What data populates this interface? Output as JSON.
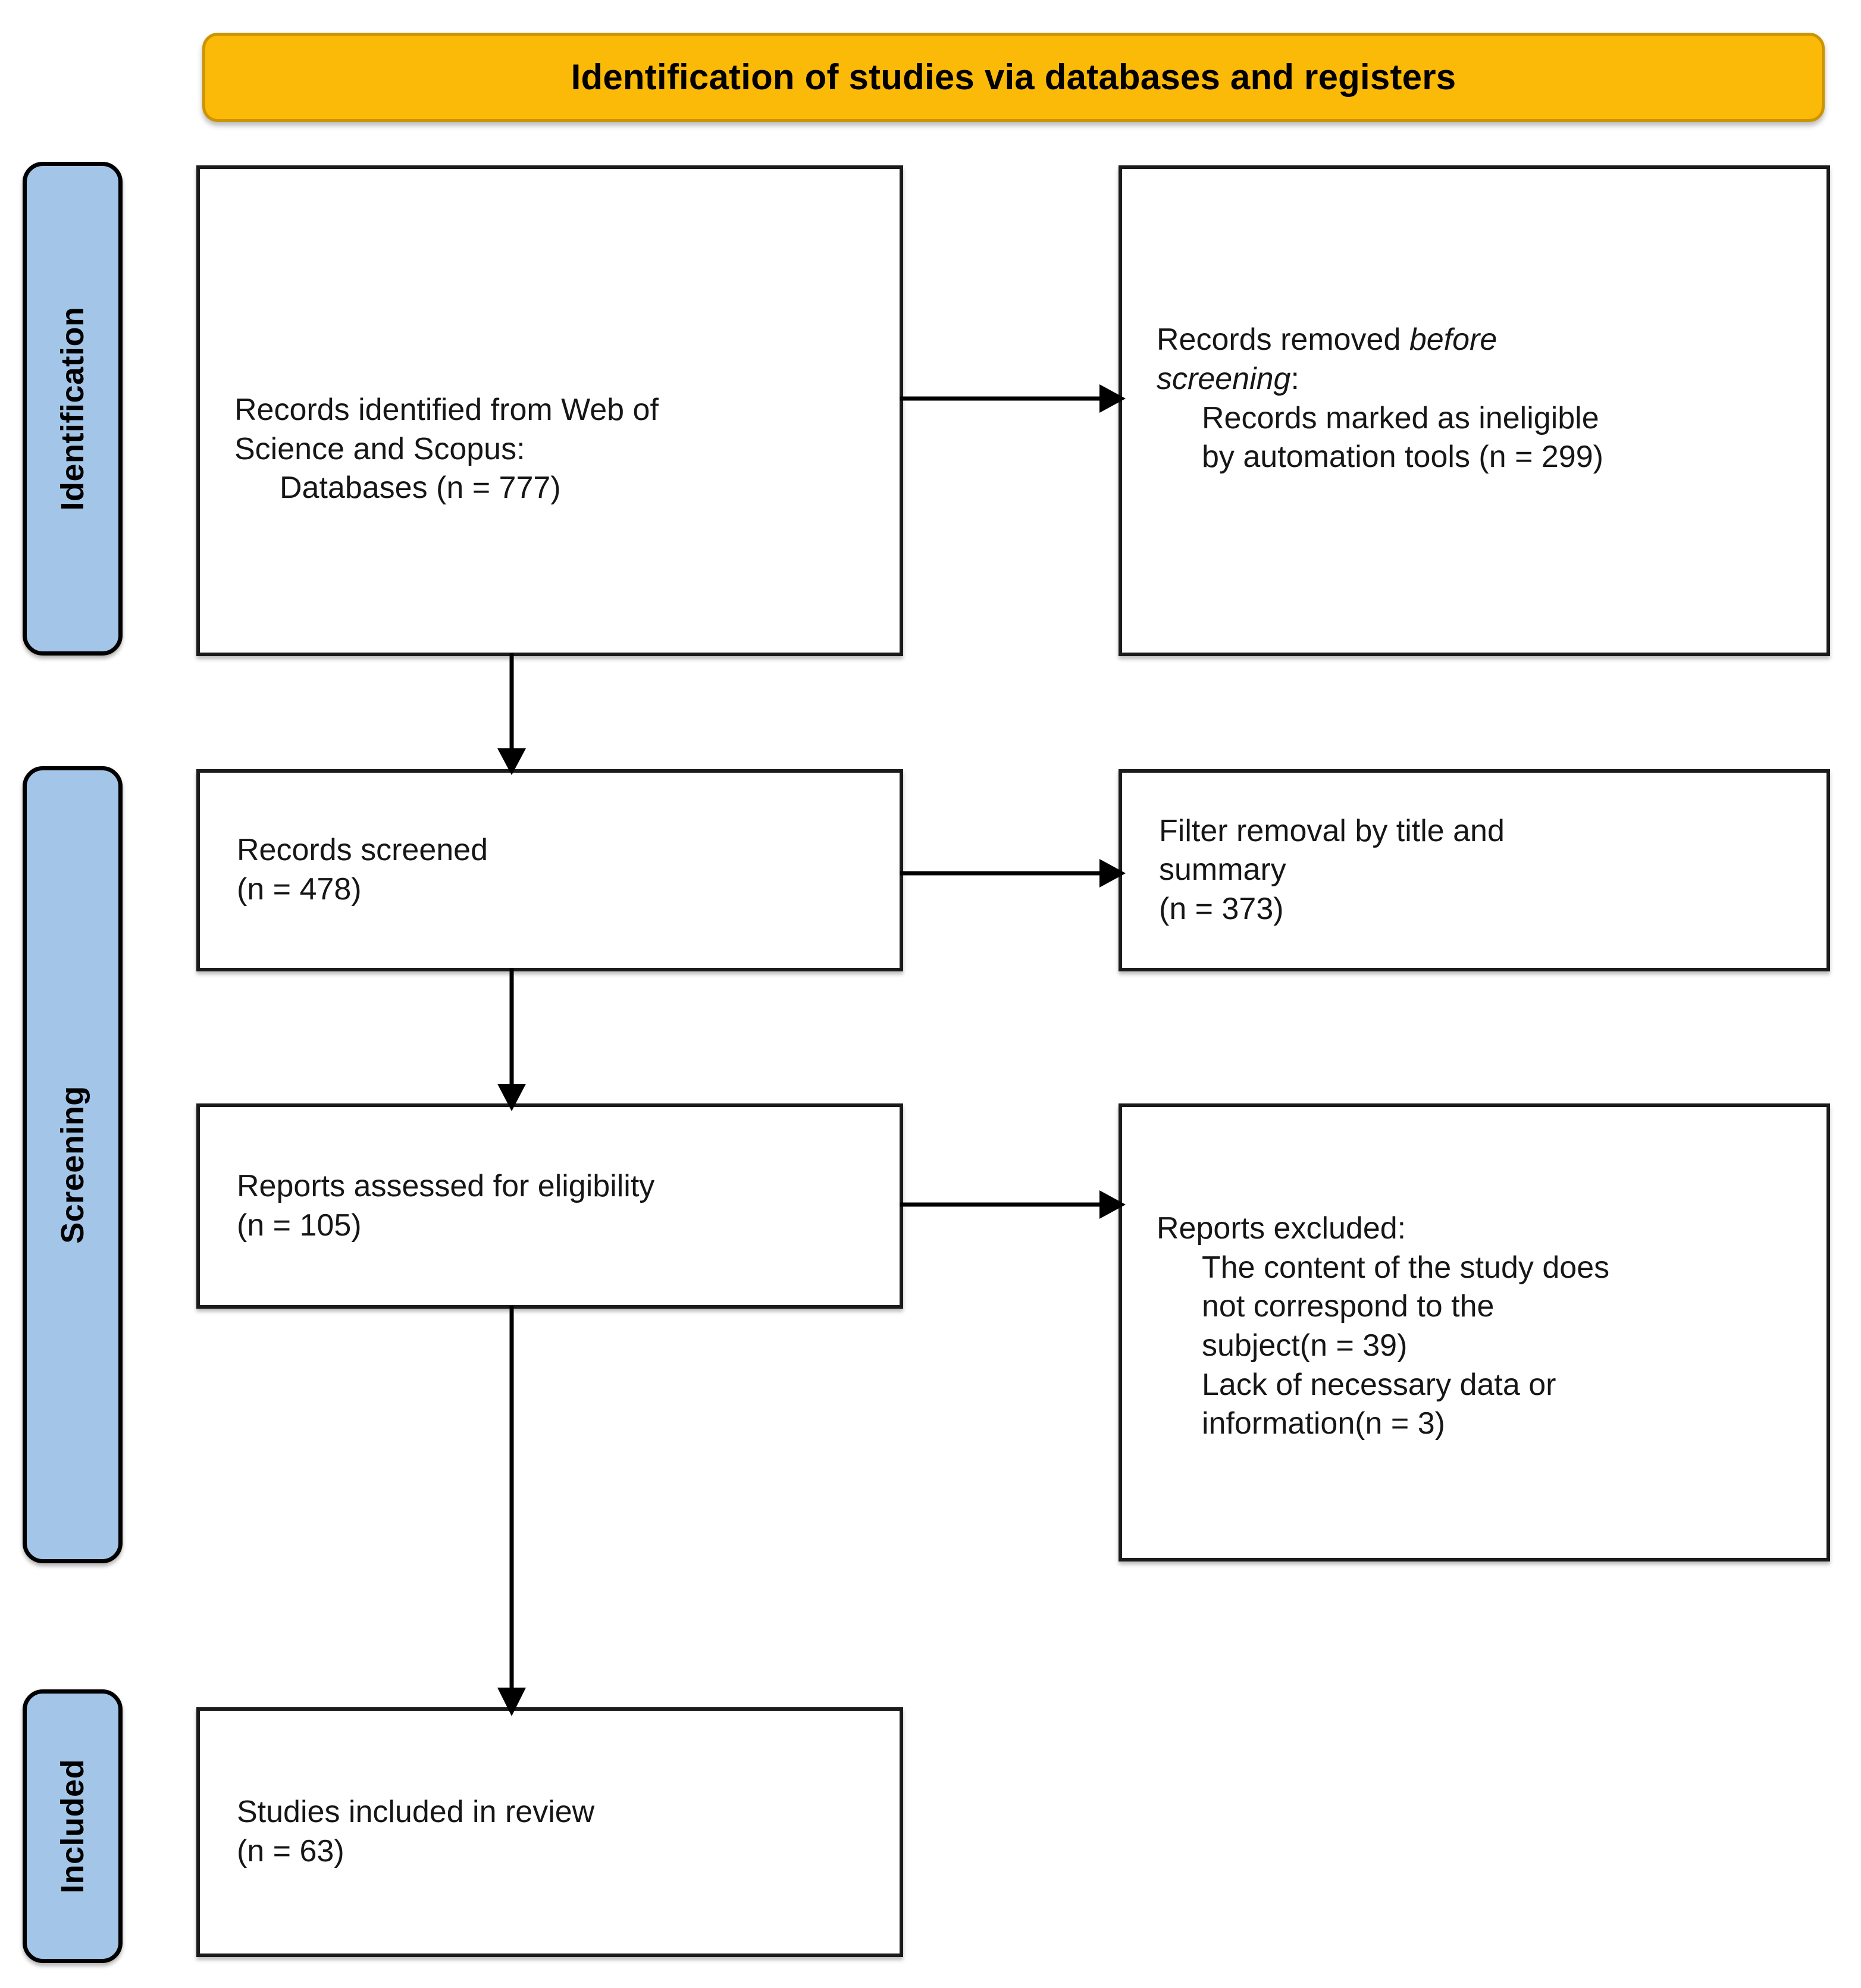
{
  "diagram": {
    "type": "prisma-flow-diagram",
    "header": {
      "title": "Identification of studies via databases and registers",
      "fill_color": "#FCBA08",
      "border_color": "#CC9400"
    },
    "stage_band_color": "#A3C6E8",
    "stages": [
      {
        "id": "identification",
        "label": "Identification"
      },
      {
        "id": "screening",
        "label": "Screening"
      },
      {
        "id": "included",
        "label": "Included"
      }
    ],
    "boxes": {
      "identified": {
        "lines": [
          {
            "text": "Records identified from Web of",
            "indent": false,
            "italic": false
          },
          {
            "text": "Science and Scopus:",
            "indent": false,
            "italic": false
          },
          {
            "text": "Databases (n = 777)",
            "indent": true,
            "italic": false
          }
        ],
        "count": 777,
        "count_label": "Databases (n = 777)"
      },
      "removed_before_screening": {
        "lines": [
          {
            "text": "Records removed ",
            "indent": false,
            "italic": false
          },
          {
            "text": "before",
            "indent": false,
            "italic": true
          },
          {
            "text": "screening",
            "indent": false,
            "italic": true
          },
          {
            "text": ":",
            "indent": false,
            "italic": false
          },
          {
            "text": "Records marked as ineligible",
            "indent": true,
            "italic": false
          },
          {
            "text": "by automation tools (n = 299)",
            "indent": true,
            "italic": false
          }
        ],
        "count": 299
      },
      "screened": {
        "lines": [
          {
            "text": "Records screened",
            "indent": false,
            "italic": false
          },
          {
            "text": "(n = 478)",
            "indent": false,
            "italic": false
          }
        ],
        "count": 478
      },
      "filter_removed": {
        "lines": [
          {
            "text": "Filter removal by title and",
            "indent": false,
            "italic": false
          },
          {
            "text": "summary",
            "indent": false,
            "italic": false
          },
          {
            "text": "(n = 373)",
            "indent": false,
            "italic": false
          }
        ],
        "count": 373
      },
      "eligibility": {
        "lines": [
          {
            "text": "Reports assessed for eligibility",
            "indent": false,
            "italic": false
          },
          {
            "text": "(n = 105)",
            "indent": false,
            "italic": false
          }
        ],
        "count": 105
      },
      "reports_excluded": {
        "lines": [
          {
            "text": "Reports excluded:",
            "indent": false,
            "italic": false
          },
          {
            "text": "The content of the study does",
            "indent": true,
            "italic": false
          },
          {
            "text": "not correspond to the",
            "indent": true,
            "italic": false
          },
          {
            "text": "subject(n = 39)",
            "indent": true,
            "italic": false
          },
          {
            "text": "Lack of necessary data or",
            "indent": true,
            "italic": false
          },
          {
            "text": "information(n = 3)",
            "indent": true,
            "italic": false
          }
        ],
        "counts": [
          39,
          3
        ]
      },
      "included": {
        "lines": [
          {
            "text": "Studies included in review",
            "indent": false,
            "italic": false
          },
          {
            "text": "(n = 63)",
            "indent": false,
            "italic": false
          }
        ],
        "count": 63
      }
    },
    "box_text": {
      "identified_l1": "Records identified from Web of",
      "identified_l2": "Science and Scopus:",
      "identified_l3": "Databases (n = 777)",
      "removed_l1a": "Records removed ",
      "removed_l1b": "before",
      "removed_l2a": "screening",
      "removed_l2b": ":",
      "removed_l3": "Records marked as ineligible",
      "removed_l4": "by automation tools (n = 299)",
      "screened_l1": "Records screened",
      "screened_l2": "(n = 478)",
      "filter_l1": "Filter removal by title and",
      "filter_l2": "summary",
      "filter_l3": "(n = 373)",
      "elig_l1": "Reports assessed for eligibility",
      "elig_l2": "(n = 105)",
      "excl_l1": "Reports excluded:",
      "excl_l2": "The content of the study does",
      "excl_l3": "not correspond to the",
      "excl_l4": "subject(n = 39)",
      "excl_l5": "Lack of necessary data or",
      "excl_l6": "information(n = 3)",
      "included_l1": "Studies included in review",
      "included_l2": "(n = 63)"
    },
    "flow_data": {
      "identified_total": 777,
      "removed_before_screening": 299,
      "screened": 478,
      "excluded_title_summary": 373,
      "assessed_for_eligibility": 105,
      "excluded_not_subject": 39,
      "excluded_lack_data": 3,
      "included_in_review": 63
    }
  }
}
